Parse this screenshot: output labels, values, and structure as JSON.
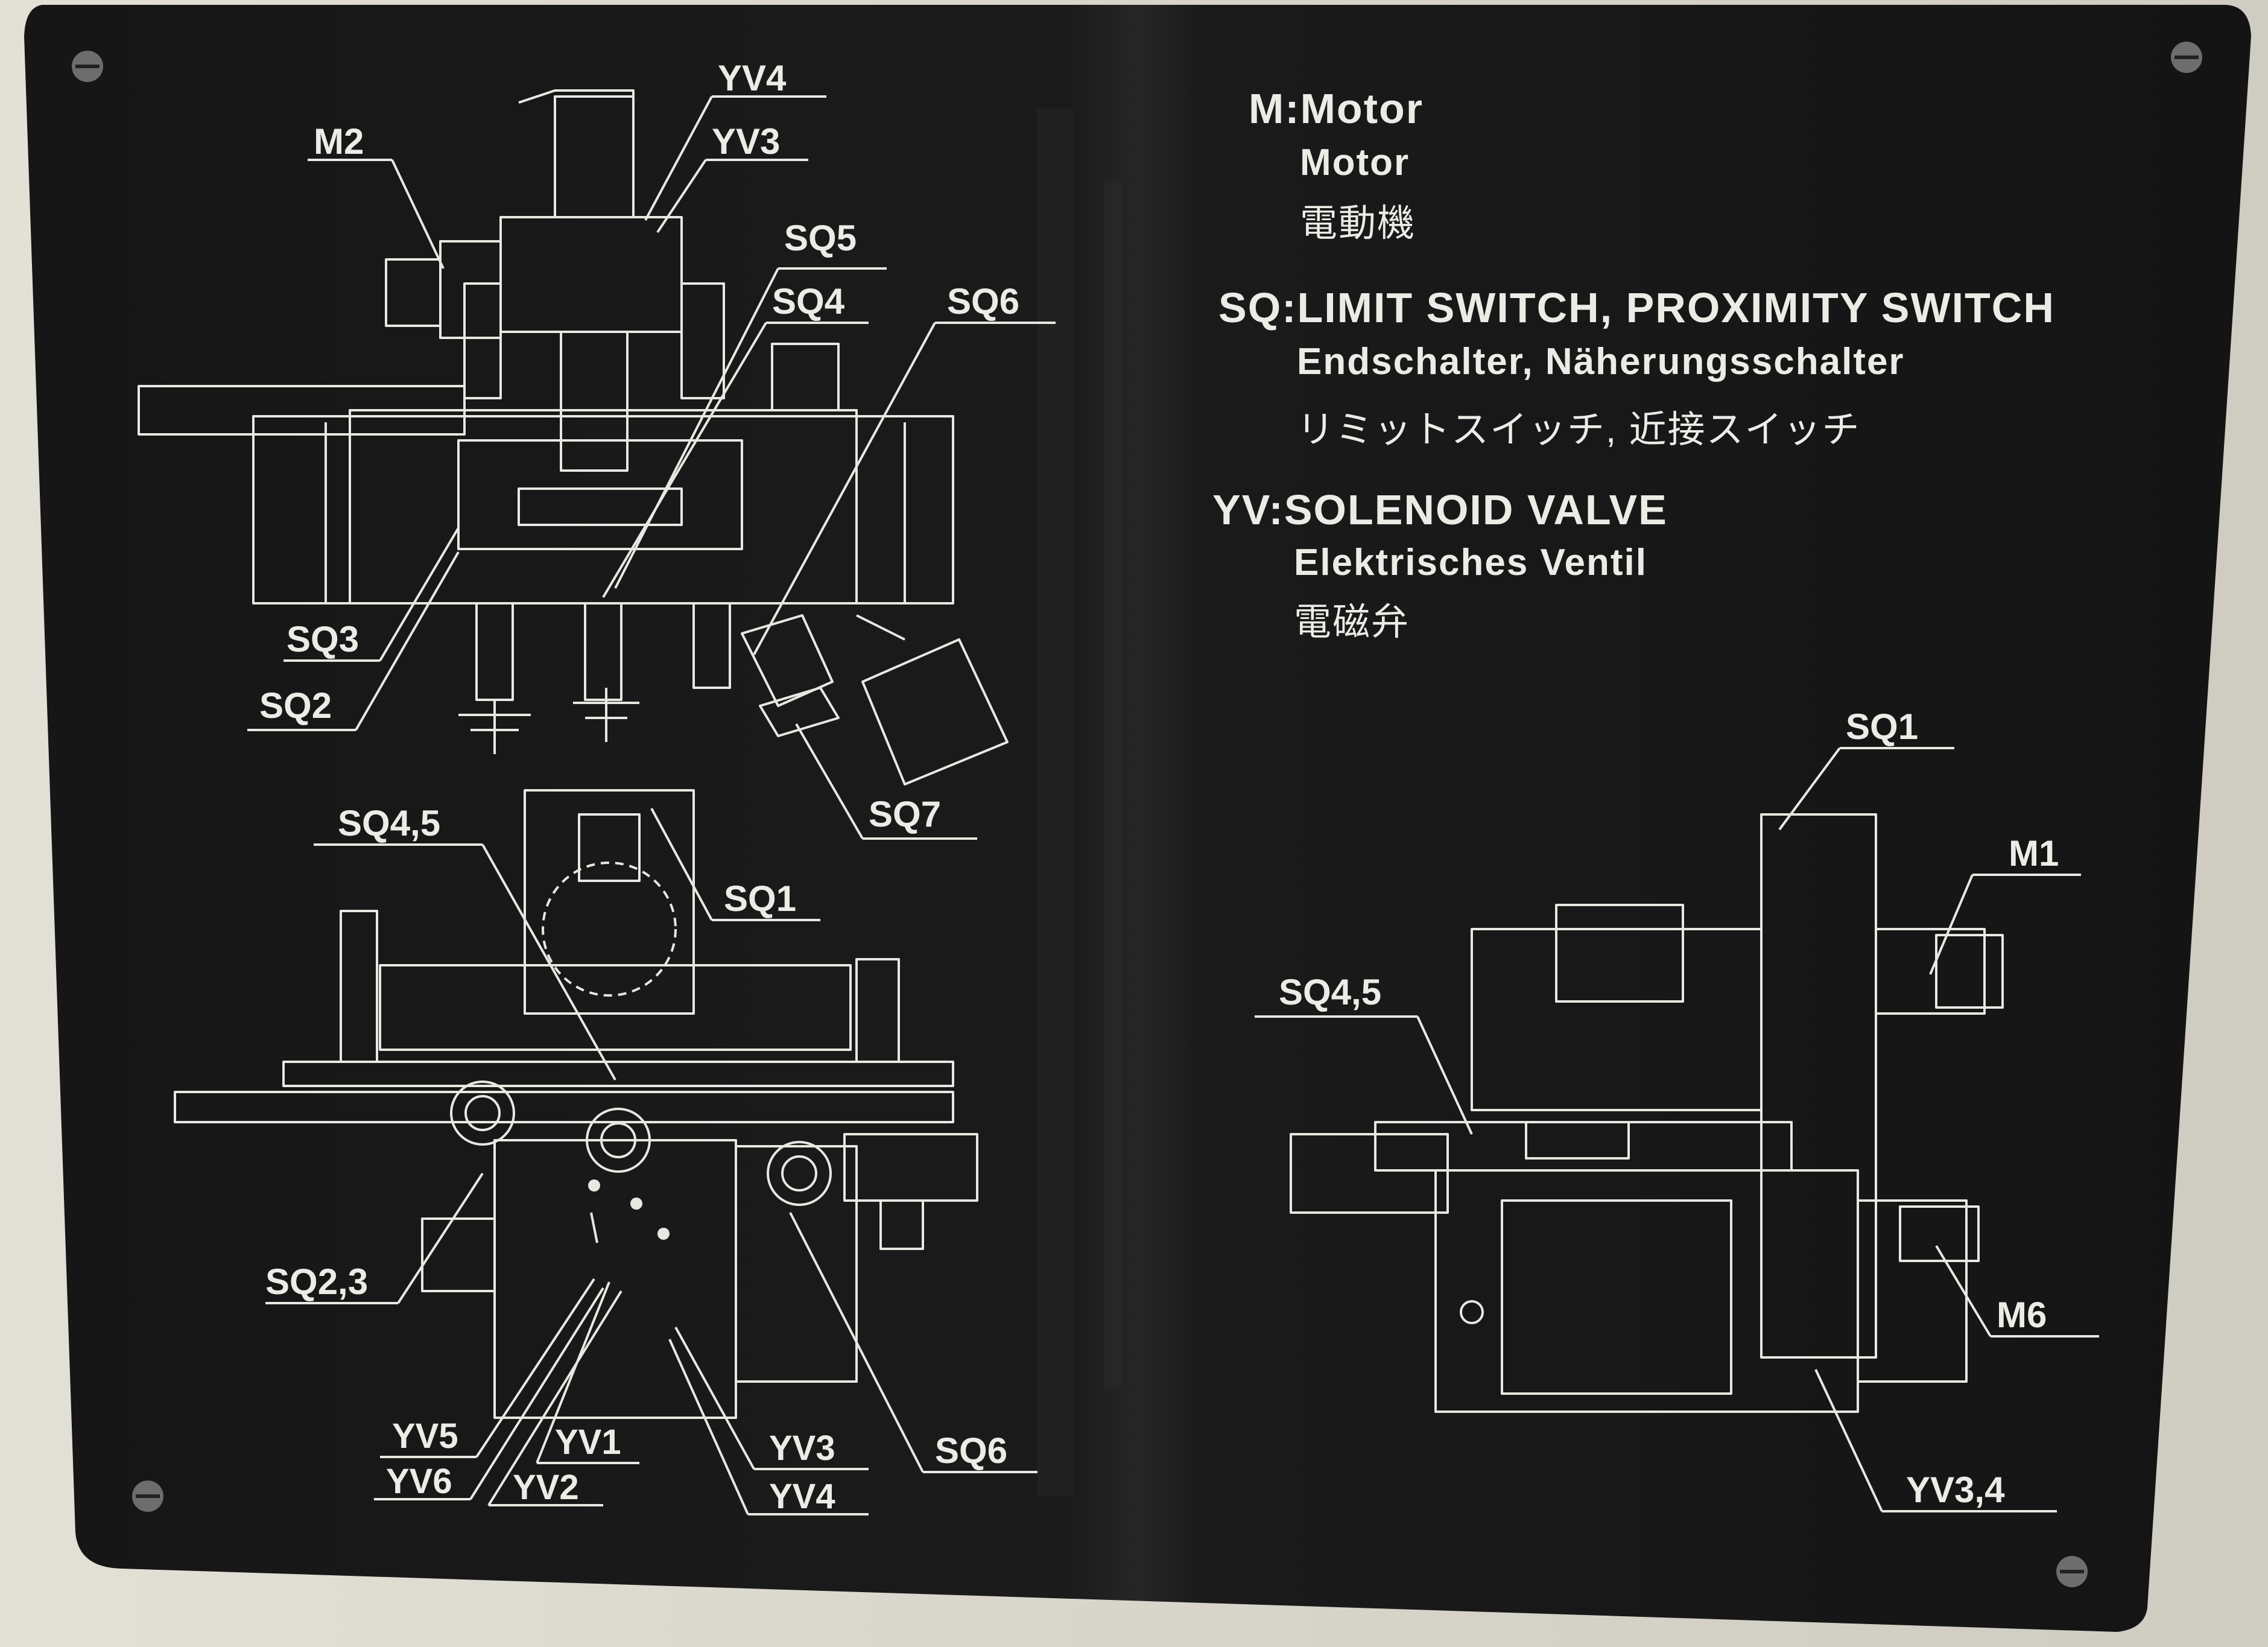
{
  "legend": {
    "motor": {
      "code": "M:Motor",
      "de": "Motor",
      "ja": "電動機"
    },
    "switch": {
      "code": "SQ:LIMIT SWITCH, PROXIMITY SWITCH",
      "de": "Endschalter, Näherungsschalter",
      "ja": "リミットスイッチ, 近接スイッチ"
    },
    "valve": {
      "code": "YV:SOLENOID VALVE",
      "de": "Elektrisches Ventil",
      "ja": "電磁弁"
    }
  },
  "labels": {
    "front_view": {
      "yv4": "YV4",
      "yv3": "YV3",
      "m2": "M2",
      "sq5": "SQ5",
      "sq4": "SQ4",
      "sq6": "SQ6",
      "sq3": "SQ3",
      "sq2": "SQ2",
      "sq7": "SQ7"
    },
    "top_view": {
      "sq45": "SQ4,5",
      "sq1": "SQ1",
      "sq23": "SQ2,3",
      "yv5": "YV5",
      "yv6": "YV6",
      "yv1": "YV1",
      "yv2": "YV2",
      "yv3": "YV3",
      "yv4": "YV4",
      "sq6": "SQ6"
    },
    "side_view": {
      "sq1": "SQ1",
      "m1": "M1",
      "sq45": "SQ4,5",
      "m6": "M6",
      "yv34": "YV3,4"
    }
  }
}
